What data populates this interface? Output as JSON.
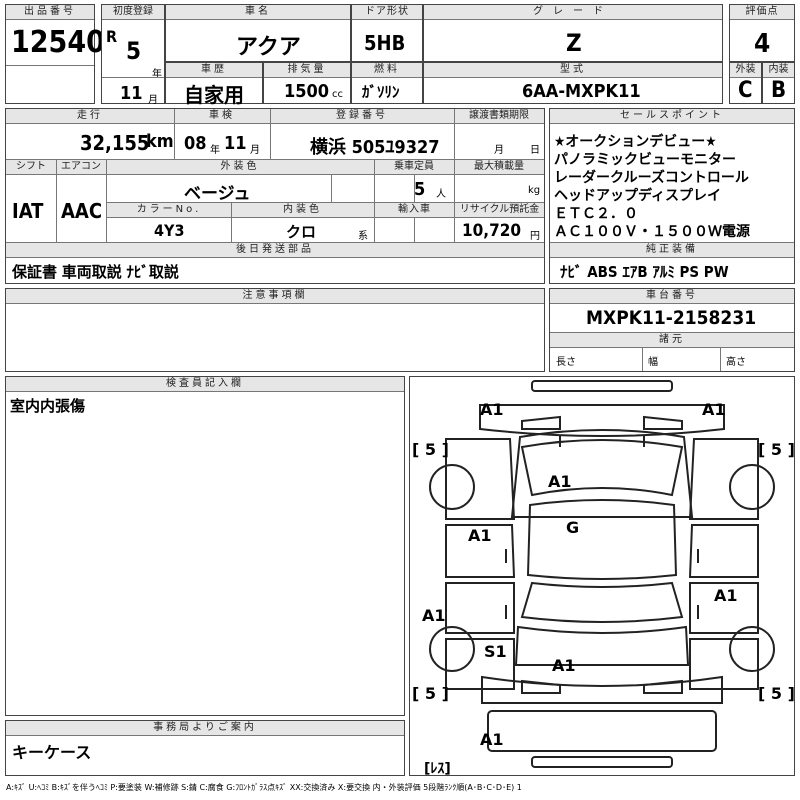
{
  "header": {
    "lot_label": "出品番号",
    "lot_no": "12540",
    "reg_label": "初度登録",
    "era": "R",
    "year": "5",
    "year_unit": "年",
    "month": "11",
    "month_unit": "月",
    "name_label": "車名",
    "name": "アクア",
    "door_label": "ドア形状",
    "door": "5HB",
    "grade_label": "グレード",
    "grade": "Z",
    "score_label": "評価点",
    "score": "4",
    "history_label": "車歴",
    "history": "自家用",
    "disp_label": "排気量",
    "disp": "1500",
    "disp_unit": "cc",
    "fuel_label": "燃料",
    "fuel": "ｶﾞｿﾘﾝ",
    "model_label": "型式",
    "model": "6AA-MXPK11",
    "ext_label": "外装",
    "ext": "C",
    "int_label": "内装",
    "int": "B"
  },
  "row2": {
    "mileage_label": "走行",
    "mileage": "32,155",
    "mileage_unit": "km",
    "inspect_label": "車検",
    "inspect_year": "08",
    "inspect_year_unit": "年",
    "inspect_month": "11",
    "inspect_month_unit": "月",
    "plate_label": "登録番号",
    "plate": "横浜 505ﾕ9327",
    "transfer_label": "譲渡書類期限",
    "transfer_month_unit": "月",
    "transfer_day_unit": "日",
    "shift_label": "シフト",
    "shift": "IAT",
    "ac_label": "エアコン",
    "ac": "AAC",
    "color_label": "外装色",
    "color": "ベージュ",
    "capacity_label": "乗車定員",
    "capacity": "5",
    "capacity_unit": "人",
    "load_label": "最大積載量",
    "load_unit": "kg",
    "colorno_label": "カラーNo.",
    "colorno": "4Y3",
    "intcolor_label": "内装色",
    "intcolor": "クロ",
    "intcolor_unit": "系",
    "import_label": "輸入車",
    "recycle_label": "リサイクル預託金",
    "recycle": "10,720",
    "recycle_unit": "円",
    "later_label": "後日発送部品",
    "later": "保証書 車両取説 ﾅﾋﾞ取説"
  },
  "sales": {
    "label": "セールスポイント",
    "lines": [
      "★オークションデビュー★",
      "パノラミックビューモニター",
      "レーダークルーズコントロール",
      "ヘッドアップディスプレイ",
      "ＥＴＣ２．０",
      "ＡＣ１００Ｖ・１５００Ｗ電源"
    ]
  },
  "equipment": {
    "label": "純正装備",
    "value": "ﾅﾋﾞ ABS ｴｱB ｱﾙﾐ PS PW"
  },
  "notes": {
    "label": "注意事項欄"
  },
  "chassis": {
    "label": "車台番号",
    "value": "MXPK11-2158231",
    "spec_label": "諸元",
    "length": "長さ",
    "width": "幅",
    "height": "高さ"
  },
  "inspector": {
    "label": "検査員記入欄",
    "text": "室内内張傷"
  },
  "office": {
    "label": "事務局よりご案内",
    "text": "キーケース"
  },
  "diagram": {
    "marks": [
      "A1",
      "A1",
      "A1",
      "G",
      "A1",
      "A1",
      "A1",
      "S1",
      "A1",
      "A1"
    ],
    "tires": [
      "[ 5 ]",
      "[ 5 ]",
      "[ 5 ]",
      "[ 5 ]"
    ],
    "spare": "[ﾚｽ]"
  },
  "legend": "A:ｷｽﾞ U:ﾍｺﾐ B:ｷｽﾞを伴うﾍｺﾐ P:要塗装 W:補修跡 S:錆 C:腐食 G:ﾌﾛﾝﾄｶﾞﾗｽ点ｷｽﾞ XX:交換済み X:要交換 内・外装評価 5段階ﾗﾝｸ順(A･B･C･D･E) 1"
}
